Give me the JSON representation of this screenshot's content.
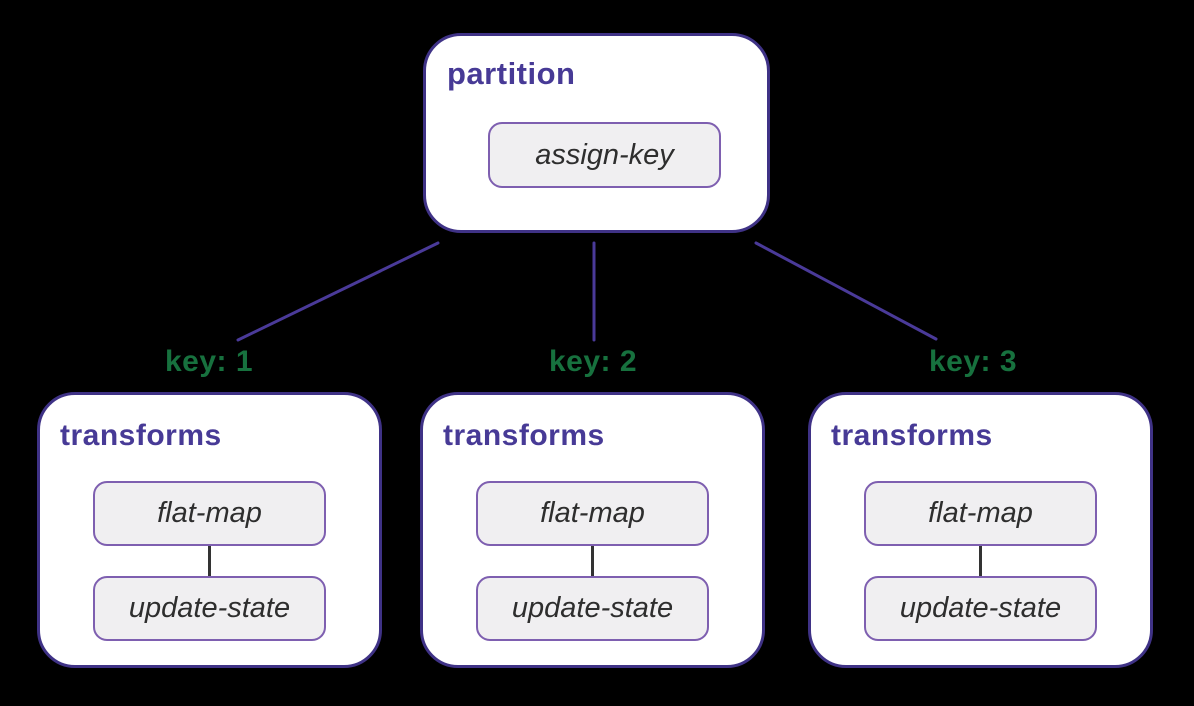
{
  "colors": {
    "background": "#000000",
    "node-fill": "#ffffff",
    "node-border": "#3f3286",
    "node-title": "#473a96",
    "op-fill": "#f0eff1",
    "op-border": "#7e5fb0",
    "op-text": "#2e2e2e",
    "key-text": "#17713e",
    "edge": "#4a3a99",
    "op-connector": "#333333"
  },
  "partition": {
    "title": "partition",
    "operator": "assign-key"
  },
  "branches": [
    {
      "key_label": "key: 1",
      "title": "transforms",
      "operators": [
        "flat-map",
        "update-state"
      ]
    },
    {
      "key_label": "key: 2",
      "title": "transforms",
      "operators": [
        "flat-map",
        "update-state"
      ]
    },
    {
      "key_label": "key: 3",
      "title": "transforms",
      "operators": [
        "flat-map",
        "update-state"
      ]
    }
  ]
}
